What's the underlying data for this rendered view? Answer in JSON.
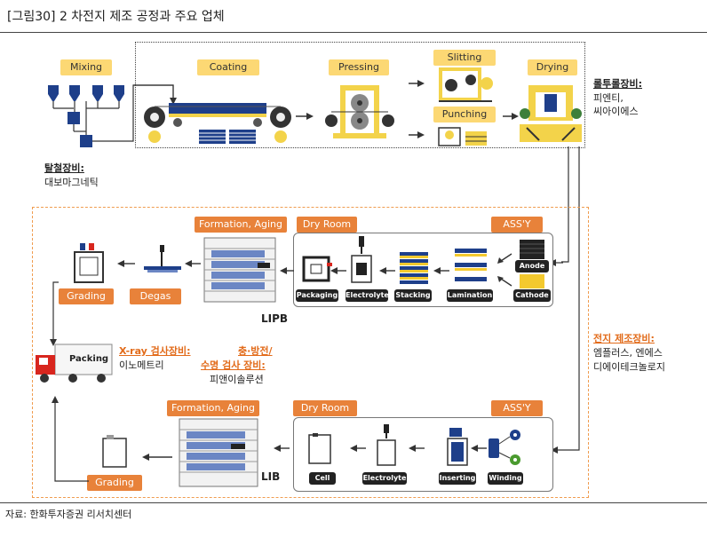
{
  "title": "[그림30]  2 차전지 제조 공정과 주요 업체",
  "source": "자료: 한화투자증권 리서치센터",
  "top_flow": {
    "mixing": "Mixing",
    "coating": "Coating",
    "pressing": "Pressing",
    "slitting": "Slitting",
    "punching": "Punching",
    "drying": "Drying"
  },
  "vendors": {
    "degassing_label": "탈철장비:",
    "degassing_company": "대보마그네틱",
    "roll_label": "롤투롤장비:",
    "roll_company_1": "피엔티,",
    "roll_company_2": "씨아이에스",
    "cell_label": "전지 제조장비:",
    "cell_company_1": "엠플러스, 엔에스",
    "cell_company_2": "디에이테크놀로지",
    "xray_label": "X-ray 검사장비:",
    "xray_company": "이노메트리",
    "charge_label_1": "충·방전/",
    "charge_label_2": "수명 검사 장비:",
    "charge_company": "피앤이솔루션"
  },
  "lipb": {
    "formation": "Formation, Aging",
    "dry_room": "Dry Room",
    "assy": "ASS'Y",
    "anode": "Anode",
    "cathode": "Cathode",
    "lamination": "Lamination",
    "stacking": "Stacking",
    "electrolyte": "Electrolyte",
    "packaging": "Packaging",
    "degas": "Degas",
    "grading": "Grading",
    "name": "LIPB"
  },
  "lib": {
    "formation": "Formation, Aging",
    "dry_room": "Dry Room",
    "assy": "ASS'Y",
    "winding": "Winding",
    "inserting": "Inserting",
    "electrolyte": "Electrolyte",
    "cell": "Cell",
    "grading": "Grading",
    "name": "LIB"
  },
  "packing": "Packing"
}
